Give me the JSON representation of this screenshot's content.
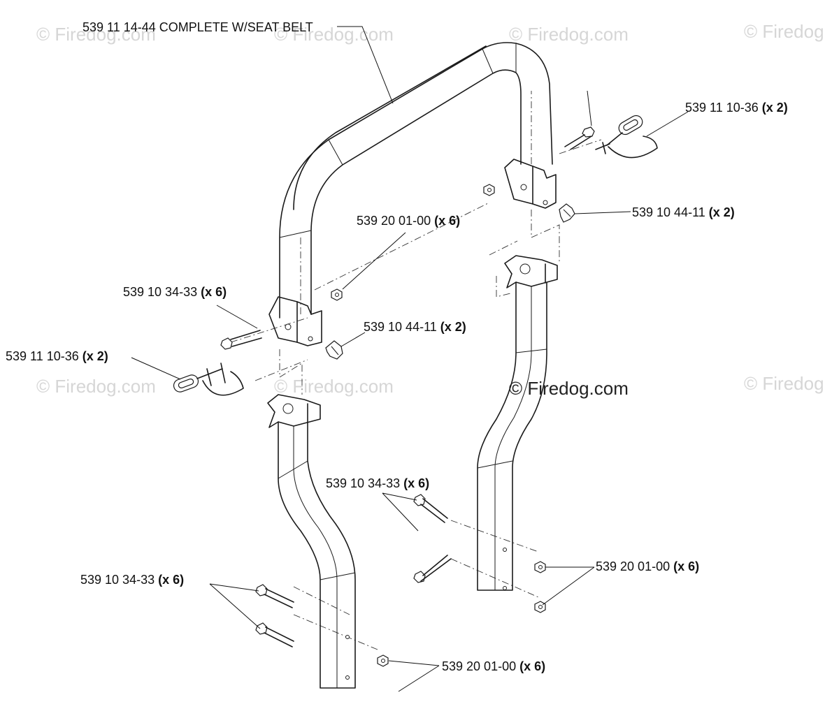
{
  "watermarks": {
    "w1": "© Firedog.com",
    "w2": "© Firedog.com",
    "w3": "© Firedog.com",
    "w4": "© Firedog.com",
    "w5": "© Firedog.com",
    "w6": "© Firedog.com",
    "w7": "© Firedog.com",
    "center": "© Firedog.com"
  },
  "callouts": {
    "assembly": {
      "part": "539 11 14-44 COMPLETE W/SEAT BELT"
    },
    "pin_top_right": {
      "part": "539 11 10-36",
      "qty": "(x 2)"
    },
    "knob_top_right": {
      "part": "539 10 44-11",
      "qty": "(x 2)"
    },
    "nut_upper": {
      "part": "539 20 01-00",
      "qty": "(x 6)"
    },
    "bolt_upper_left": {
      "part": "539 10 34-33",
      "qty": "(x 6)"
    },
    "knob_left": {
      "part": "539 10 44-11",
      "qty": "(x 2)"
    },
    "pin_left": {
      "part": "539 11 10-36",
      "qty": "(x 2)"
    },
    "bolt_lower_right": {
      "part": "539 10 34-33",
      "qty": "(x 6)"
    },
    "nut_lower_right": {
      "part": "539 20 01-00",
      "qty": "(x 6)"
    },
    "bolt_lower_left": {
      "part": "539 10 34-33",
      "qty": "(x 6)"
    },
    "nut_lower_left": {
      "part": "539 20 01-00",
      "qty": "(x 6)"
    }
  }
}
